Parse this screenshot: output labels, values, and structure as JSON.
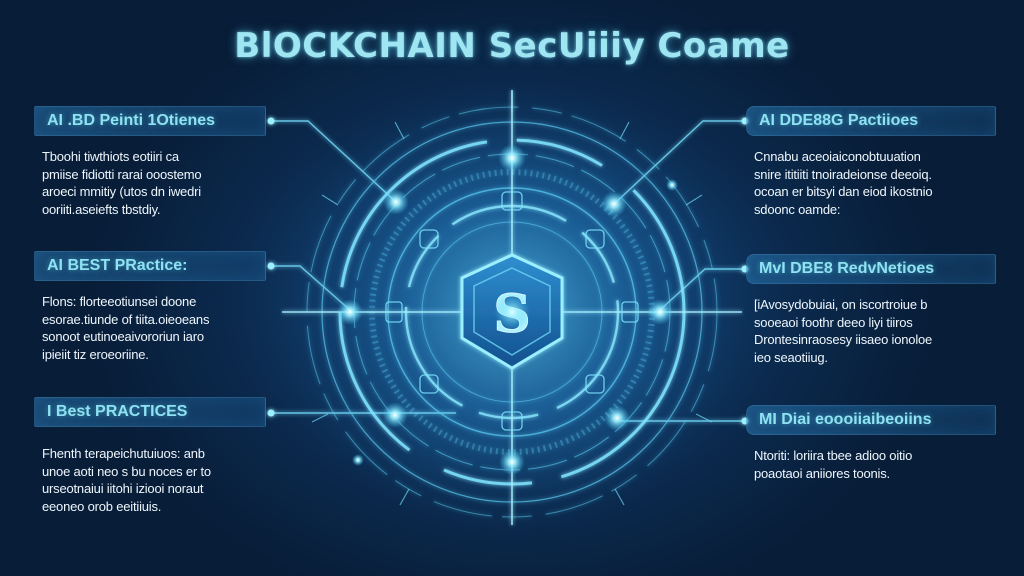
{
  "title": "BlOCKCHAIN SecUiiiy Coame",
  "colors": {
    "background_dark": "#081d38",
    "background_mid": "#114173",
    "accent_cyan": "#8ee2f2",
    "glow": "#5fd4f5",
    "text_light": "#eef6fc"
  },
  "left_panels": [
    {
      "title": "AI .BD Peinti 1Otienes",
      "body": [
        "Tboohi tiwthiots eotiiri ca",
        "pmiise fidiotti rarai ooostemo",
        "aroeci mmitiy (utos dn iwedri",
        "ooriiti.aseiefts tbstdiy."
      ]
    },
    {
      "title": "AI BEST PRactice:",
      "body": [
        "Flons: florteeotiunsei doone",
        "esorae.tiunde of tiita.oieoeans",
        "sonoot eutinoeaivororiun iaro",
        "ipieiit tiz eroeoriine."
      ]
    },
    {
      "title": "I Best PRACTICES",
      "body": [
        "Fhenth terapeichutuiuos: anb",
        "unoe aoti neo s bu noces er to",
        "urseotnaiui iitohi iziooi noraut",
        "eeoneo orob eeitiiuis."
      ]
    }
  ],
  "right_panels": [
    {
      "title": "AI DDE88G Pactiioes",
      "body": [
        "Cnnabu aceoiaiconobtuuation",
        "snire ititiiti tnoiradeionse deeoiq.",
        "ocoan er bitsyi dan eiod ikostnio",
        "sdoonc oamde:"
      ]
    },
    {
      "title": "MvI DBE8 RedvNetioes",
      "body": [
        "[iAvosydobuiai, on iscortroiue b",
        "sooeaoi foothr deeo liyi tiiros",
        "Drontesinraosesy iisaeo ionoloe",
        "ieo seaotiiug."
      ]
    },
    {
      "title": "MI Diai eoooiiaibeoiins",
      "body": [
        "Ntoriti: loriira tbee adioo oitio",
        "poaotaoi aniiores toonis."
      ]
    }
  ],
  "center_emblem": {
    "icon": "shield-dollar-icon",
    "glyph": "S"
  }
}
